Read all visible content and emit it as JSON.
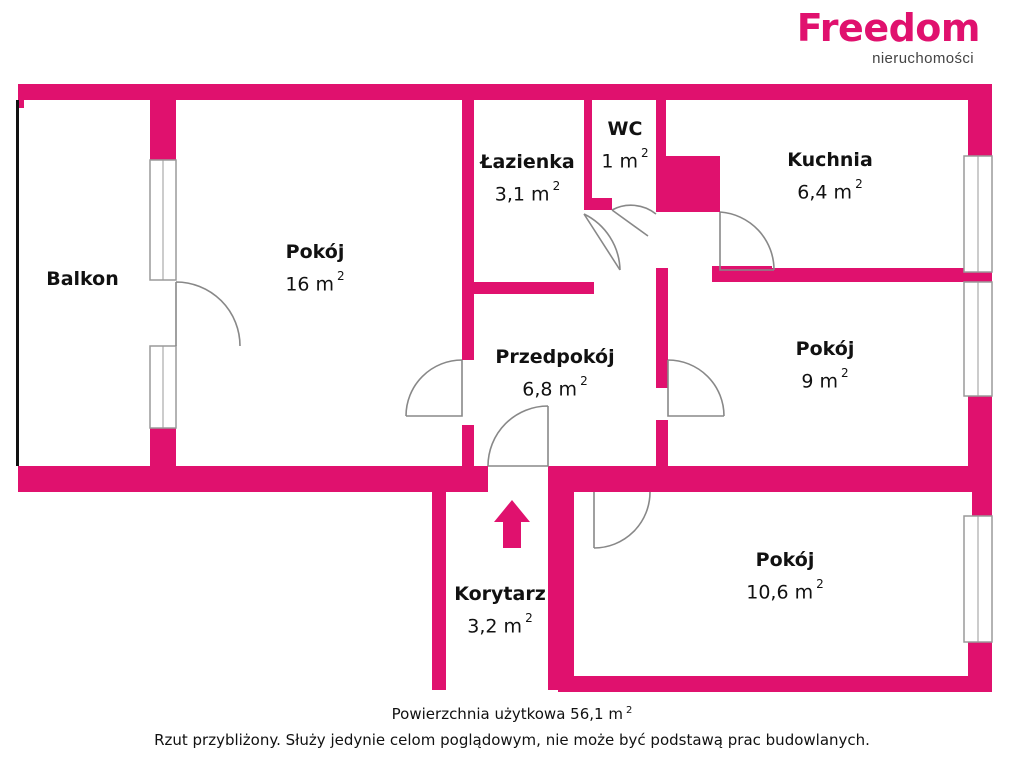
{
  "brand": {
    "name": "Freedom",
    "sub": "nieruchomości",
    "color": "#e0116e"
  },
  "colors": {
    "wall": "#e0116e",
    "window": "#9a9a9a",
    "door": "#888888"
  },
  "rooms": [
    {
      "id": "balkon",
      "name": "Balkon",
      "area": ""
    },
    {
      "id": "pokoj-16",
      "name": "Pokój",
      "area": "16 m",
      "unit_sup": "2"
    },
    {
      "id": "lazienka",
      "name": "Łazienka",
      "area": "3,1 m",
      "unit_sup": "2"
    },
    {
      "id": "wc",
      "name": "WC",
      "area": "1 m",
      "unit_sup": "2"
    },
    {
      "id": "kuchnia",
      "name": "Kuchnia",
      "area": "6,4 m",
      "unit_sup": "2"
    },
    {
      "id": "przedpokoj",
      "name": "Przedpokój",
      "area": "6,8 m",
      "unit_sup": "2"
    },
    {
      "id": "pokoj-9",
      "name": "Pokój",
      "area": "9 m",
      "unit_sup": "2"
    },
    {
      "id": "pokoj-10",
      "name": "Pokój",
      "area": "10,6 m",
      "unit_sup": "2"
    },
    {
      "id": "korytarz",
      "name": "Korytarz",
      "area": "3,2 m",
      "unit_sup": "2"
    }
  ],
  "entrance_icon": "entrance-arrow-icon",
  "footer": {
    "total_label": "Powierzchnia użytkowa 56,1 m",
    "total_sup": "2",
    "disclaimer": "Rzut przybliżony. Służy jedynie celom poglądowym, nie może być podstawą prac budowlanych."
  }
}
